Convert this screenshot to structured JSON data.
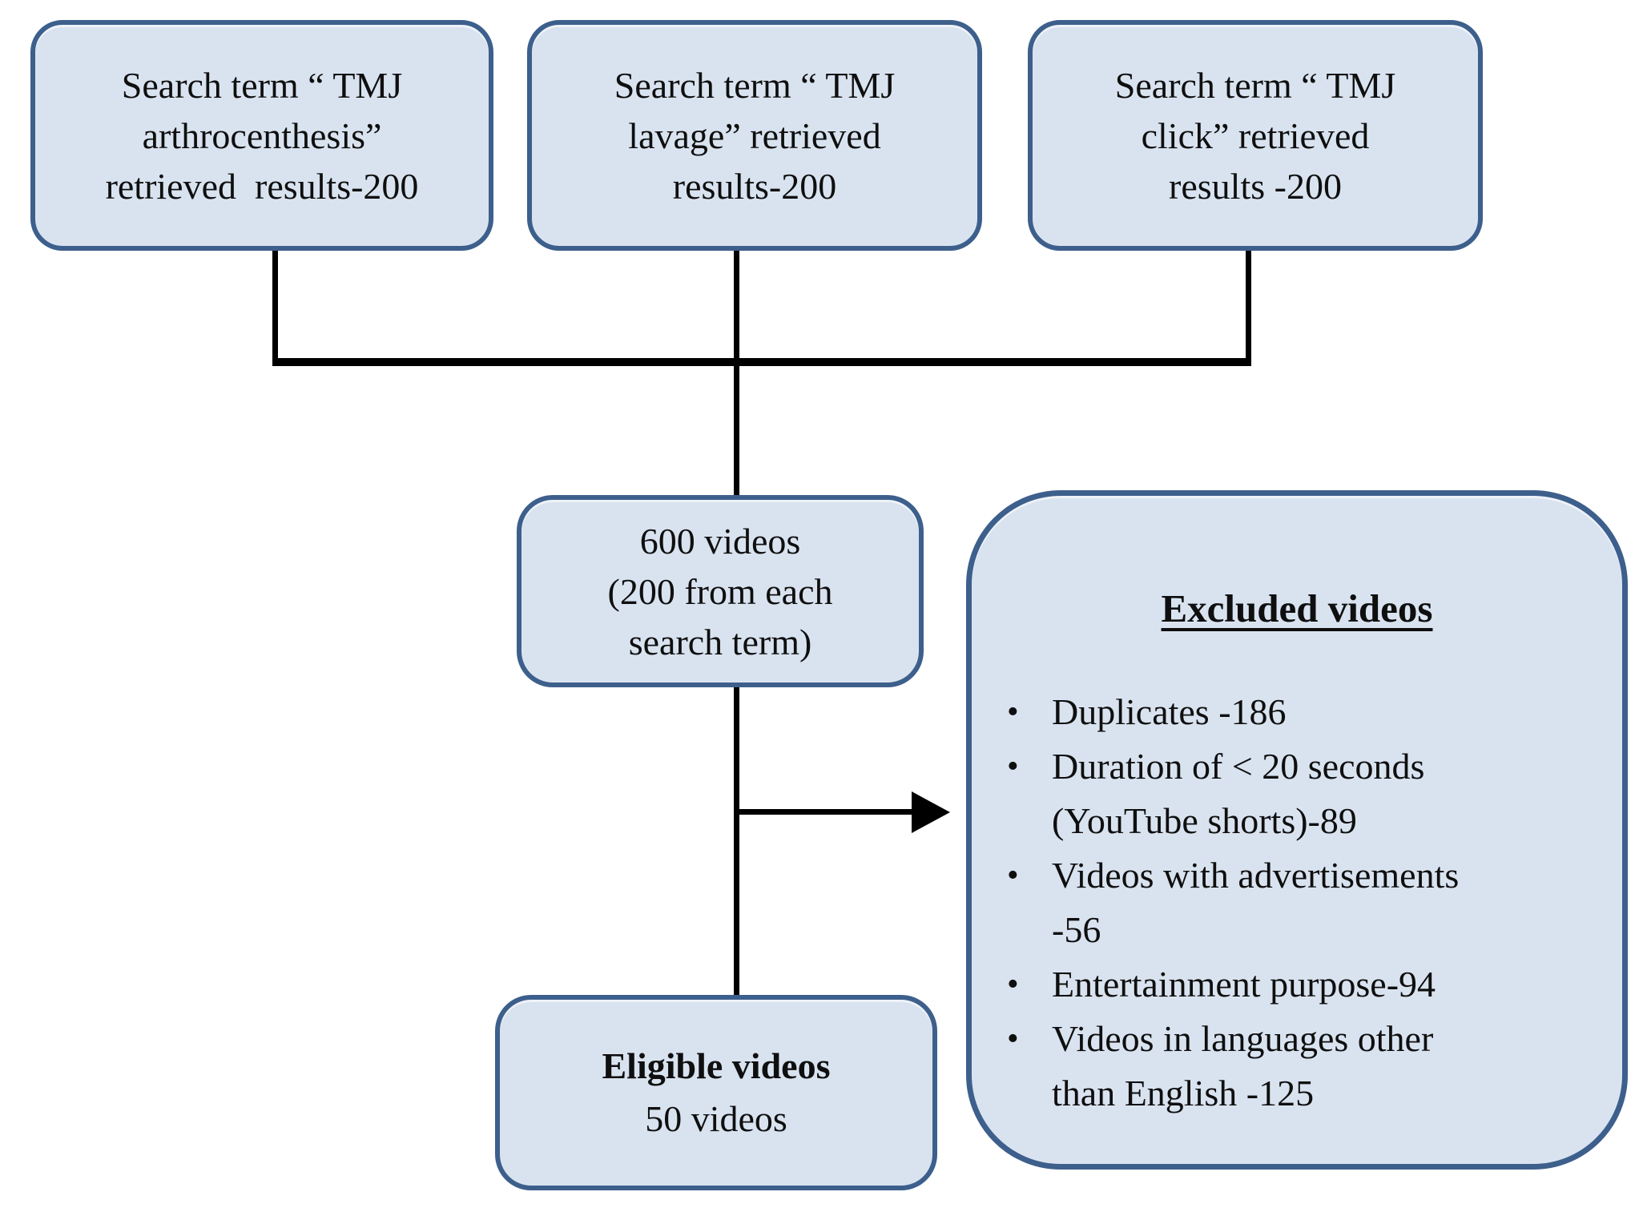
{
  "figure": {
    "background": "#ffffff",
    "box_fill": "#d9e3f0",
    "box_border": "#3d5f8c",
    "connector_color": "#000000"
  },
  "boxes": {
    "search_arthrocentesis": {
      "lines": [
        "Search term “ TMJ",
        "arthrocenthesis”",
        "retrieved  results-200"
      ]
    },
    "search_lavage": {
      "lines": [
        "Search term “ TMJ",
        "lavage” retrieved",
        "results-200"
      ]
    },
    "search_click": {
      "lines": [
        "Search term “ TMJ",
        "click” retrieved",
        "results -200"
      ]
    },
    "pooled": {
      "lines": [
        "600 videos",
        "(200 from each",
        "search term)"
      ]
    },
    "eligible": {
      "title": "Eligible videos",
      "count": "50 videos"
    },
    "excluded": {
      "title": "Excluded videos",
      "bullet": "•",
      "items": [
        {
          "lines": [
            "Duplicates -186"
          ]
        },
        {
          "lines": [
            "Duration of < 20 seconds",
            "(YouTube shorts)-89"
          ]
        },
        {
          "lines": [
            "Videos with advertisements",
            "-56"
          ]
        },
        {
          "lines": [
            "Entertainment purpose-94"
          ]
        },
        {
          "lines": [
            "Videos in languages other",
            "than English -125"
          ]
        }
      ]
    }
  }
}
